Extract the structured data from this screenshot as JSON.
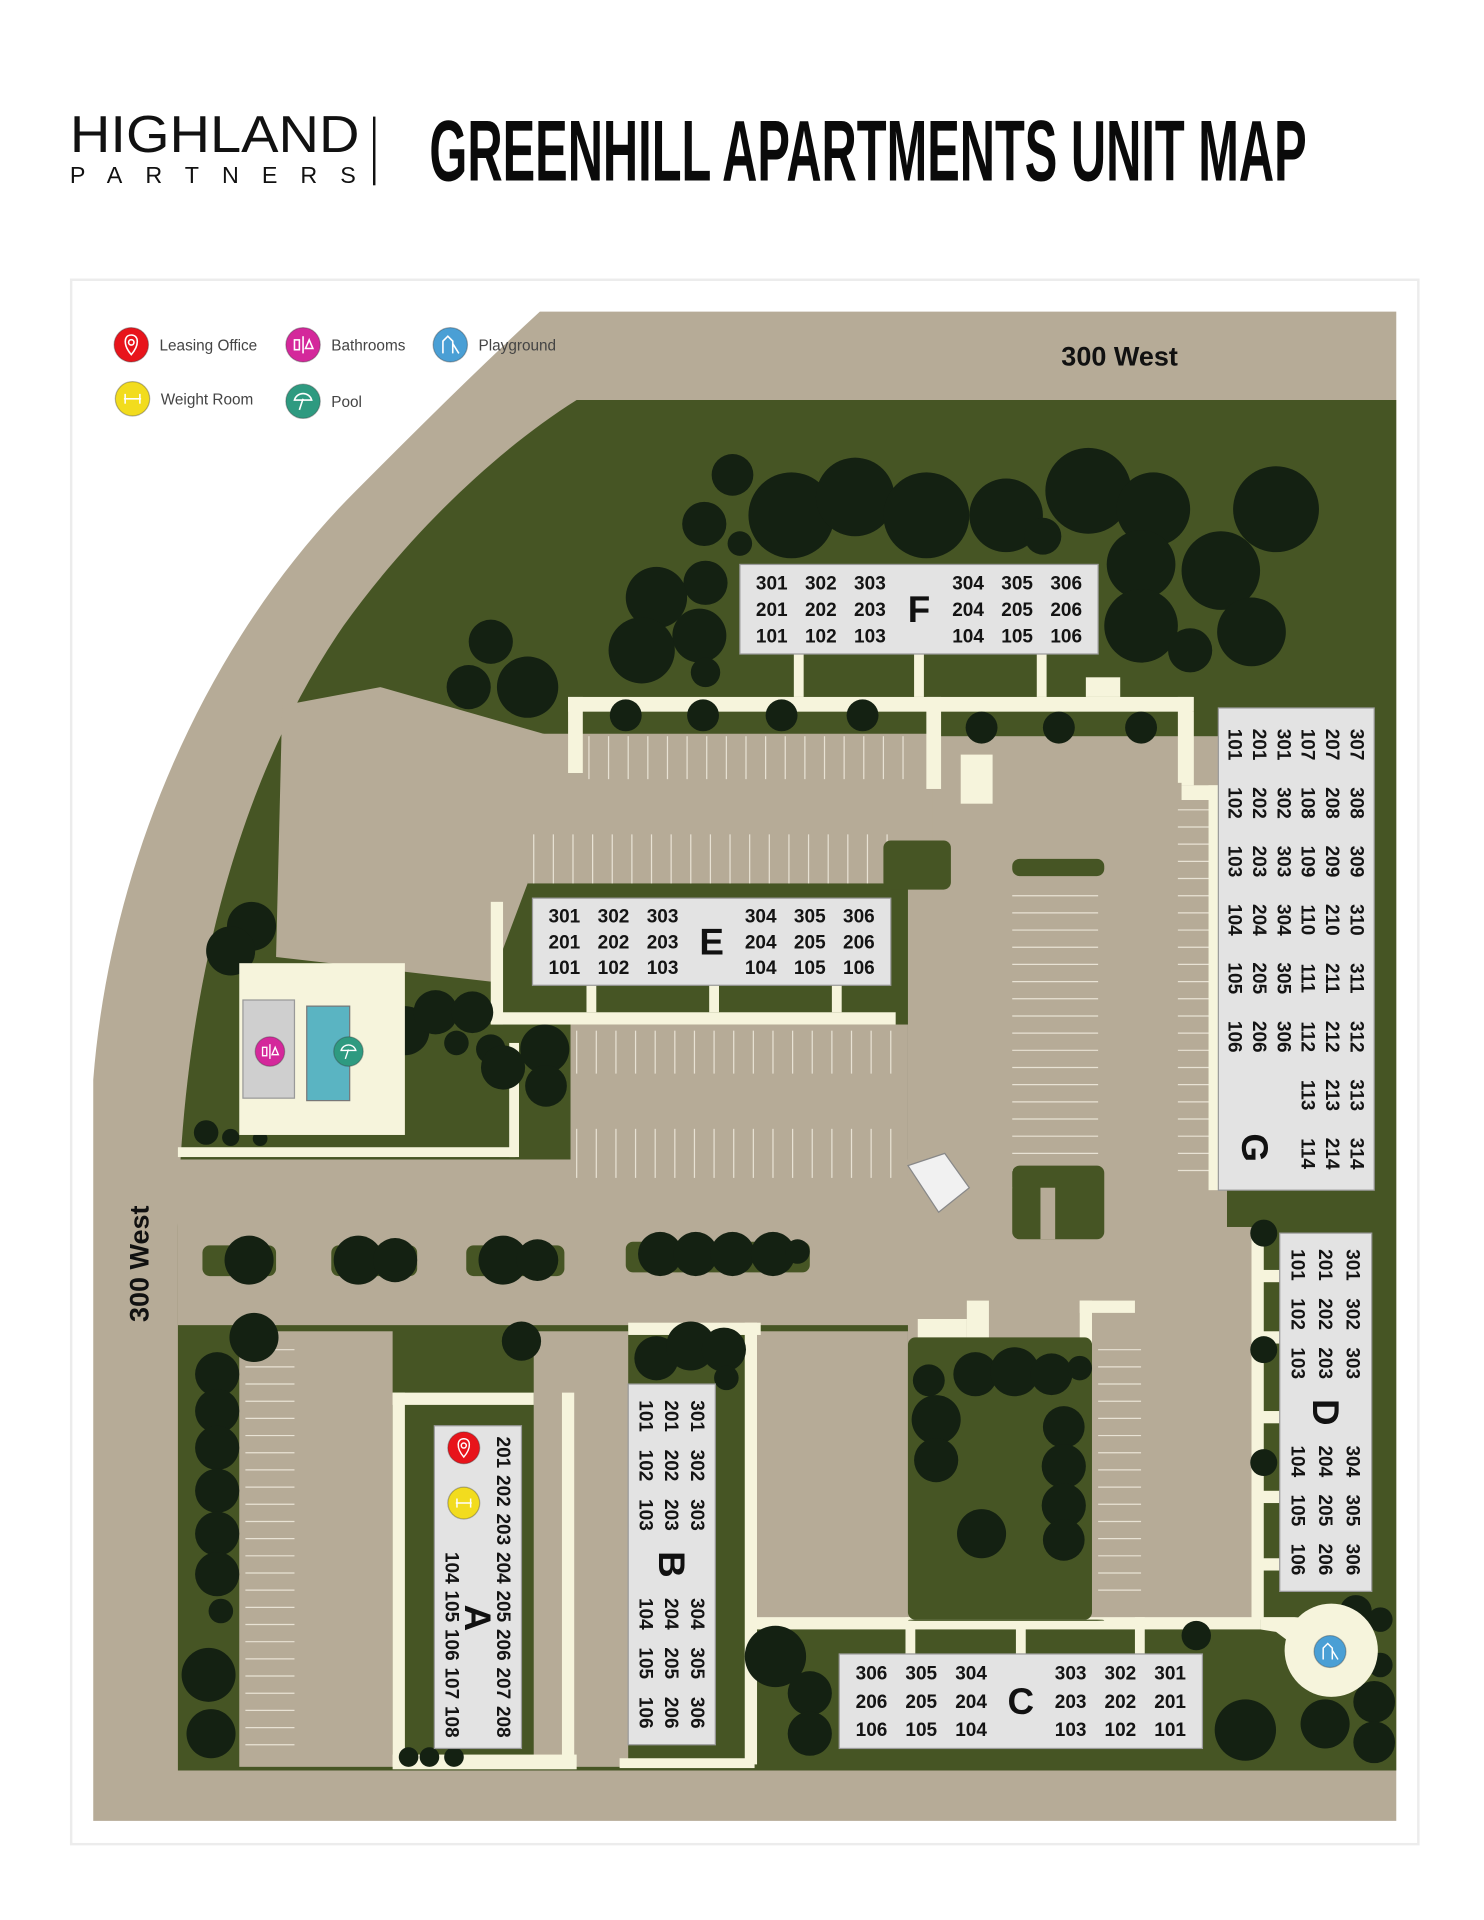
{
  "header": {
    "logo_line1": "HIGHLAND",
    "logo_line2": "PARTNERS",
    "title": "GREENHILL APARTMENTS UNIT MAP"
  },
  "legend": [
    {
      "id": "leasing",
      "label": "Leasing Office",
      "icon": "map-pin-icon",
      "color": "#e8141b"
    },
    {
      "id": "bathrooms",
      "label": "Bathrooms",
      "icon": "restroom-icon",
      "color": "#d4289b"
    },
    {
      "id": "playground",
      "label": "Playground",
      "icon": "playground-slide-icon",
      "color": "#4a9fd5"
    },
    {
      "id": "weight",
      "label": "Weight Room",
      "icon": "dumbbell-icon",
      "color": "#f2dc1e"
    },
    {
      "id": "pool",
      "label": "Pool",
      "icon": "umbrella-icon",
      "color": "#2e9a80"
    }
  ],
  "roads": {
    "north": "300 West",
    "west": "300 West"
  },
  "colors": {
    "road": "#b6ab97",
    "grass": "#465524",
    "tree": "#142112",
    "walkway": "#f6f4dc",
    "building": "#e3e3e3",
    "pool_water": "#5ab4c2"
  },
  "buildings": [
    {
      "id": "F",
      "letter": "F",
      "rows": [
        [
          "301",
          "302",
          "303",
          null,
          "304",
          "305",
          "306"
        ],
        [
          "201",
          "202",
          "203",
          null,
          "204",
          "205",
          "206"
        ],
        [
          "101",
          "102",
          "103",
          null,
          "104",
          "105",
          "106"
        ]
      ]
    },
    {
      "id": "E",
      "letter": "E",
      "rows": [
        [
          "301",
          "302",
          "303",
          null,
          "304",
          "305",
          "306"
        ],
        [
          "201",
          "202",
          "203",
          null,
          "204",
          "205",
          "206"
        ],
        [
          "101",
          "102",
          "103",
          null,
          "104",
          "105",
          "106"
        ]
      ]
    },
    {
      "id": "G",
      "letter": "G",
      "rows": [
        [
          "307",
          "308",
          "309",
          "310",
          "311",
          "312",
          "313",
          "314"
        ],
        [
          "207",
          "208",
          "209",
          "210",
          "211",
          "212",
          "213",
          "214"
        ],
        [
          "107",
          "108",
          "109",
          "110",
          "111",
          "112",
          "113",
          "114"
        ],
        [
          "301",
          "302",
          "303",
          "304",
          "305",
          "306",
          null,
          null
        ],
        [
          "201",
          "202",
          "203",
          "204",
          "205",
          "206",
          null,
          null
        ],
        [
          "101",
          "102",
          "103",
          "104",
          "105",
          "106",
          null,
          null
        ]
      ]
    },
    {
      "id": "D",
      "letter": "D",
      "rows": [
        [
          "301",
          "302",
          "303",
          null,
          "304",
          "305",
          "306"
        ],
        [
          "201",
          "202",
          "203",
          null,
          "204",
          "205",
          "206"
        ],
        [
          "101",
          "102",
          "103",
          null,
          "104",
          "105",
          "106"
        ]
      ]
    },
    {
      "id": "B",
      "letter": "B",
      "rows": [
        [
          "301",
          "302",
          "303",
          null,
          "304",
          "305",
          "306"
        ],
        [
          "201",
          "202",
          "203",
          null,
          "204",
          "205",
          "206"
        ],
        [
          "101",
          "102",
          "103",
          null,
          "104",
          "105",
          "106"
        ]
      ]
    },
    {
      "id": "A",
      "letter": "A",
      "rows": [
        [
          "201",
          "202",
          "203",
          "204",
          "205",
          "206",
          "207",
          "208"
        ],
        [
          null,
          null,
          null,
          null,
          null,
          null,
          null,
          null
        ],
        [
          null,
          null,
          null,
          "104",
          "105",
          "106",
          "107",
          "108"
        ]
      ]
    },
    {
      "id": "C",
      "letter": "C",
      "rows": [
        [
          "306",
          "305",
          "304",
          null,
          "303",
          "302",
          "301"
        ],
        [
          "206",
          "205",
          "204",
          null,
          "203",
          "202",
          "201"
        ],
        [
          "106",
          "105",
          "104",
          null,
          "103",
          "102",
          "101"
        ]
      ]
    }
  ]
}
